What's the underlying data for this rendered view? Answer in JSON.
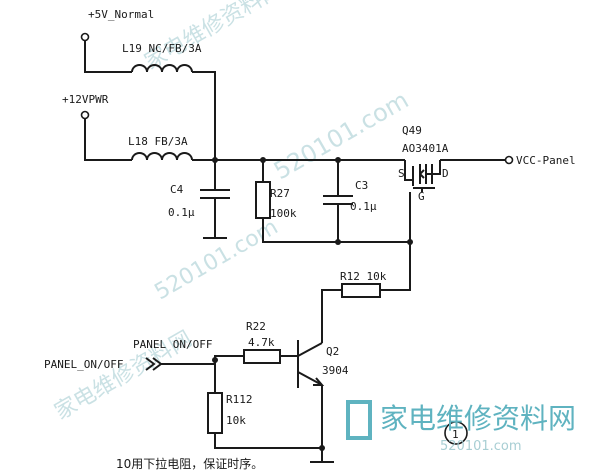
{
  "nets": {
    "v5": "+5V_Normal",
    "v12": "+12VPWR",
    "vcc": "VCC-Panel",
    "panel_in": "PANEL_ON/OFF",
    "panel_net": "PANEL ON/OFF"
  },
  "components": {
    "l19": "L19 NC/FB/3A",
    "l18": "L18 FB/3A",
    "c4_ref": "C4",
    "c4_val": "0.1μ",
    "r27_ref": "R27",
    "r27_val": "100k",
    "c3_ref": "C3",
    "c3_val": "0.1μ",
    "q49_ref": "Q49",
    "q49_part": "AO3401A",
    "pin_s": "S",
    "pin_d": "D",
    "pin_g": "G",
    "r12": "R12 10k",
    "r22_ref": "R22",
    "r22_val": "4.7k",
    "q2_ref": "Q2",
    "q2_part": "3904",
    "r112_ref": "R112",
    "r112_val": "10k"
  },
  "note": "10用下拉电阻，保证时序。",
  "marker": "①",
  "watermark": {
    "brand": "家电维修资料网",
    "site": "520101.com"
  }
}
